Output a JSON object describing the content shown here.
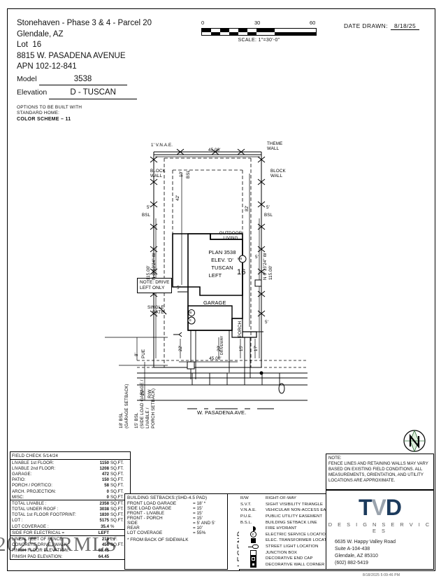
{
  "header": {
    "project": "Stonehaven - Phase 3 & 4 - Parcel 20",
    "city_state": "Glendale, AZ",
    "lot_label": "Lot",
    "lot_value": "16",
    "address": "8815 W. PASADENA AVENUE",
    "apn": "APN  102-12-841",
    "model_label": "Model",
    "model_value": "3538",
    "elevation_label": "Elevation",
    "elevation_value": "D - TUSCAN",
    "options_line1": "OPTIONS TO BE BUILT WITH",
    "options_line2": "STANDARD HOME:",
    "color_scheme": "COLOR  SCHEME  –  11"
  },
  "scale": {
    "tick_0": "0",
    "tick_30": "30",
    "tick_60": "60",
    "caption": "SCALE:  1\"=30'-0\""
  },
  "date": {
    "label": "DATE DRAWN:",
    "value": "8/18/25"
  },
  "plan": {
    "theme_wall": "THEME\nWALL",
    "block_wall_left": "BLOCK\nWALL",
    "block_wall_right": "BLOCK\nWALL",
    "vnae": "1' V.N.A.E.",
    "top_dim": "45.00'",
    "bottom_dim": "45.00'",
    "bsl_10": "10'",
    "bsl_10_label": "BSL",
    "dim_42": "42'",
    "dim_82": "82'",
    "bsl_left": "5'",
    "bsl_left_label": "BSL",
    "bsl_right": "5'",
    "bsl_right_label": "BSL",
    "side_5_left": "5'",
    "side_5_right": "5'",
    "side_5_lower": "5'",
    "outdoor_living": "OUTDOOR\nLIVING",
    "plan_title": "PLAN 3538",
    "plan_elev": "ELEV. 'D'",
    "plan_style": "TUSCAN",
    "plan_swing": "LEFT",
    "lot_number": "16",
    "garage": "GARAGE",
    "porch": "PORCH",
    "note_drive": "NOTE: DRIVE\nLEFT ONLY",
    "single_gate": "SINGLE\nGATE",
    "driveway": "DRIVEWAY",
    "dim_22": "22'",
    "dim_20": "20'",
    "dim_15": "15'",
    "dim_17": "17'",
    "pue": "PUE",
    "pue_dim": "8'",
    "rw": "R/W",
    "rw_dim": "25'",
    "bearing_left": "N 0°13'24\" W",
    "dist_left": "115.00'",
    "bearing_right": "N 0°13'24\" W",
    "dist_right": "115.00'",
    "setback_18": "18' BSL\n(GARAGE SETBACK)",
    "setback_15": "15' BSL\n(SIDE LOAD GARAGE /\nLIVABLE /\nPORCH SETBACK)",
    "street": "W. PASADENA AVE.",
    "hb_label": "HB",
    "e_label": "E"
  },
  "spec_table": {
    "field_check": "FIELD CHECK  5/14/24",
    "groups": [
      {
        "rows": [
          {
            "key": "LIVABLE 1st FLOOR:",
            "value": "1150",
            "unit": "SQ.FT."
          },
          {
            "key": "LIVABLE 2nd FLOOR:",
            "value": "1208",
            "unit": "SQ.FT."
          },
          {
            "key": "GARAGE:",
            "value": "472",
            "unit": "SQ.FT."
          },
          {
            "key": "PATIO:",
            "value": "150",
            "unit": "SQ.FT."
          },
          {
            "key": "PORCH / PORTICO:",
            "value": "58",
            "unit": "SQ.FT."
          },
          {
            "key": "ARCH. PROJECTION:",
            "value": "0",
            "unit": "SQ.FT."
          },
          {
            "key": "MISC:",
            "value": "0",
            "unit": "SQ.FT."
          }
        ]
      },
      {
        "rows": [
          {
            "key": "TOTAL LIVABLE :",
            "value": "2358",
            "unit": "SQ.FT."
          },
          {
            "key": "TOTAL UNDER ROOF :",
            "value": "3038",
            "unit": "SQ.FT."
          },
          {
            "key": "TOTAL 1st FLOOR FOOTPRINT:",
            "value": "1830",
            "unit": "SQ.FT."
          },
          {
            "key": "LOT :",
            "value": "5175",
            "unit": "SQ.FT."
          },
          {
            "key": "LOT COVERAGE :",
            "value": "35.4",
            "unit": "%"
          }
        ]
      },
      {
        "rows": [
          {
            "key": "SIDE FOR ELECTRICAL =",
            "value": "LEFT",
            "unit": ""
          }
        ]
      },
      {
        "rows": [
          {
            "key": "LINEAL FEET OF FENCE:",
            "value": "218",
            "unit": "L.F."
          },
          {
            "key": "CONCRETE DRIVE / WALK :",
            "value": "456",
            "unit": "SQ.FT."
          },
          {
            "key": "FINISH FLOOR ELEVATION:",
            "value": "65.45",
            "unit": ""
          },
          {
            "key": "FINISH PAD ELEVATION:",
            "value": "64.45",
            "unit": ""
          }
        ]
      }
    ]
  },
  "setbacks": {
    "title": "BUILDING SETBACKS:(SHD-4.5 PAD)",
    "rows": [
      {
        "key": "FRONT LOAD GARAGE",
        "value": "= 18' *"
      },
      {
        "key": "SIDE LOAD GARAGE",
        "value": "= 15'"
      },
      {
        "key": "FRONT - LIVABLE",
        "value": "= 15'"
      },
      {
        "key": "FRONT - PORCH",
        "value": "= 15'"
      },
      {
        "key": "SIDE",
        "value": "= 5' AND 5'"
      },
      {
        "key": "REAR",
        "value": "= 10'"
      },
      {
        "key": "LOT COVERAGE",
        "value": "= 55%"
      }
    ],
    "footnote": "* FROM BACK OF SIDEWALK"
  },
  "legend": {
    "tab_label": "LEGEND",
    "rows": [
      {
        "abbr": "R/W",
        "icon": "",
        "desc": "RIGHT-OF-WAY"
      },
      {
        "abbr": "S.V.T.",
        "icon": "",
        "desc": "SIGHT VISIBILITY TRIANGLE"
      },
      {
        "abbr": "V.N.A.E.",
        "icon": "",
        "desc": "VEHICULAR NON-ACCESS EASE."
      },
      {
        "abbr": "P.U.E.",
        "icon": "",
        "desc": "PUBLIC UTILITY EASEMENT"
      },
      {
        "abbr": "B.S.L.",
        "icon": "",
        "desc": "BUILDING SETBACK LINE"
      },
      {
        "abbr": "",
        "icon": "fire-hydrant-icon",
        "desc": "FIRE HYDRANT"
      },
      {
        "abbr": "",
        "icon": "electric-service-icon",
        "desc": "ELECTRIC SERVICE LOCATION"
      },
      {
        "abbr": "",
        "icon": "transformer-icon",
        "desc": "ELEC. TRANSFORMER LOCATION"
      },
      {
        "abbr": "",
        "icon": "street-light-icon",
        "desc": "STREET LIGHT LOCATION"
      },
      {
        "abbr": "",
        "icon": "junction-box-icon",
        "desc": "JUNCTION BOX"
      },
      {
        "abbr": "",
        "icon": "decorative-end-cap-icon",
        "desc": "DECORATIVE END CAP"
      },
      {
        "abbr": "",
        "icon": "decorative-wall-corner-icon",
        "desc": "DECORATIVE WALL CORNER"
      }
    ]
  },
  "note": {
    "title": "NOTE:",
    "body": "FENCE LINES AND RETAINING WALLS MAY VARY BASED ON EXISTING FIELD CONDITIONS.  ALL MEASUREMENTS, ORIENTATION, AND UTILITY LOCATIONS ARE APPROXIMATE."
  },
  "company": {
    "logo_left": "T",
    "logo_mid": "V",
    "logo_right": "D",
    "tagline": "D E S I G N   S E R V I C E S",
    "address1": "6635 W. Happy Valley Road",
    "address2": "Suite A-104-438",
    "address3": "Glendale, AZ 85310",
    "phone": "(602) 882-5419"
  },
  "watermark": {
    "text": "2025 ARMLS",
    "stamp": "8/18/2025 5:09:46 PM"
  },
  "compass": {
    "label": "N"
  }
}
